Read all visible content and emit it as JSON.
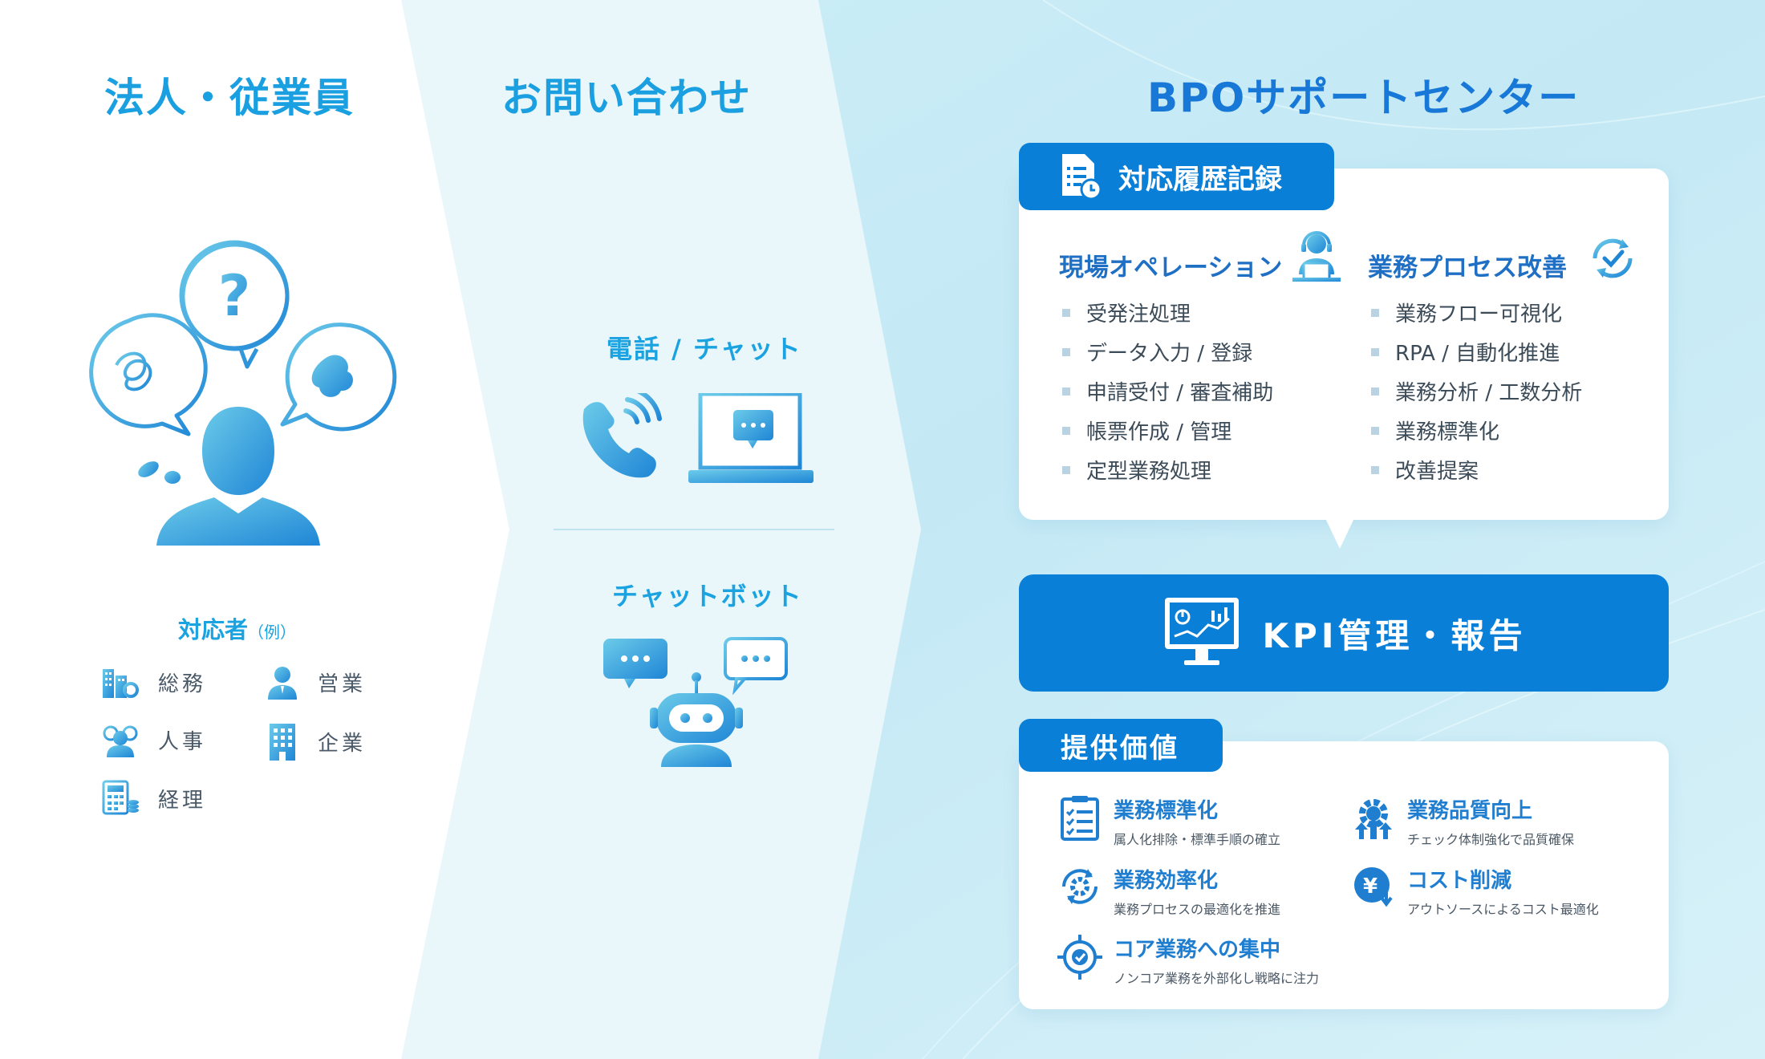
{
  "columns": {
    "left_title": "法人・従業員",
    "middle_title": "お問い合わせ",
    "right_title": "BPOサポートセンター"
  },
  "responders": {
    "heading": "対応者",
    "heading_note": "（例）",
    "items": [
      {
        "label": "総務",
        "icon": "building-gear-icon"
      },
      {
        "label": "営業",
        "icon": "businessperson-icon"
      },
      {
        "label": "人事",
        "icon": "people-icon"
      },
      {
        "label": "企業",
        "icon": "office-building-icon"
      },
      {
        "label": "経理",
        "icon": "calculator-icon"
      }
    ]
  },
  "channels": {
    "phone_chat": "電話 / チャット",
    "chatbot": "チャットボット"
  },
  "history": {
    "tab_label": "対応履歴記録",
    "operations": {
      "heading": "現場オペレーション",
      "items": [
        "受発注処理",
        "データ入力 / 登録",
        "申請受付 / 審査補助",
        "帳票作成 / 管理",
        "定型業務処理"
      ]
    },
    "improvement": {
      "heading": "業務プロセス改善",
      "items": [
        "業務フロー可視化",
        "RPA / 自動化推進",
        "業務分析 / 工数分析",
        "業務標準化",
        "改善提案"
      ]
    }
  },
  "kpi": {
    "label": "KPI管理・報告"
  },
  "value": {
    "tab_label": "提供価値",
    "items": [
      {
        "title": "業務標準化",
        "desc": "属人化排除・標準手順の確立",
        "icon": "checklist-icon"
      },
      {
        "title": "業務品質向上",
        "desc": "チェック体制強化で品質確保",
        "icon": "gear-growth-icon"
      },
      {
        "title": "業務効率化",
        "desc": "業務プロセスの最適化を推進",
        "icon": "cycle-gear-icon"
      },
      {
        "title": "コスト削減",
        "desc": "アウトソースによるコスト最適化",
        "icon": "yen-down-icon"
      },
      {
        "title": "コア業務への集中",
        "desc": "ノンコア業務を外部化し戦略に注力",
        "icon": "target-check-icon"
      }
    ]
  },
  "colors": {
    "accent": "#0a7fd8",
    "title": "#1a9fe0",
    "icon_light": "#5bc0e8"
  }
}
